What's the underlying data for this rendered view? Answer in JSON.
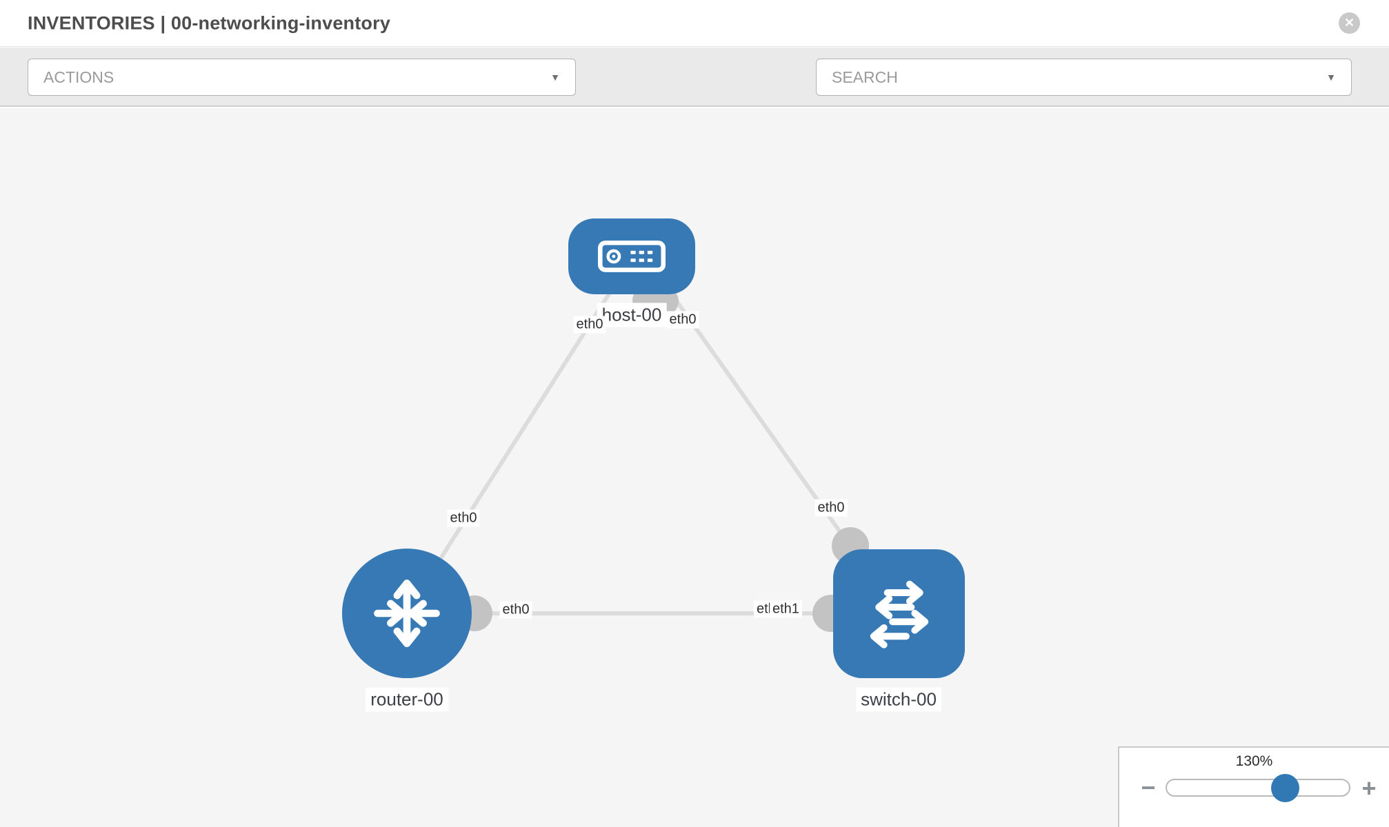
{
  "header": {
    "title": "INVENTORIES | 00-networking-inventory",
    "close_glyph": "✕"
  },
  "toolbar": {
    "actions_label": "ACTIONS",
    "search_label": "SEARCH",
    "caret_glyph": "▼"
  },
  "graph": {
    "nodes": {
      "host": {
        "label": "host-00",
        "type": "host"
      },
      "router": {
        "label": "router-00",
        "type": "router"
      },
      "switch": {
        "label": "switch-00",
        "type": "switch"
      }
    },
    "links": {
      "host_router": {
        "host_end_label": "eth0",
        "router_end_label": "eth0"
      },
      "host_switch": {
        "host_end_label": "eth0",
        "switch_end_label": "eth0"
      },
      "router_switch": {
        "router_end_label": "eth0",
        "switch_end_back_label": "eth0",
        "switch_end_front_label": "eth1"
      }
    }
  },
  "zoom_panel": {
    "percent": "130%",
    "minus_glyph": "−",
    "plus_glyph": "+"
  },
  "colors": {
    "node_blue": "#3779b5",
    "link_gray": "#dcdcdc",
    "interface_gray": "#c3c3c3",
    "knob_blue": "#3079b5",
    "canvas_bg": "#f5f5f6"
  }
}
